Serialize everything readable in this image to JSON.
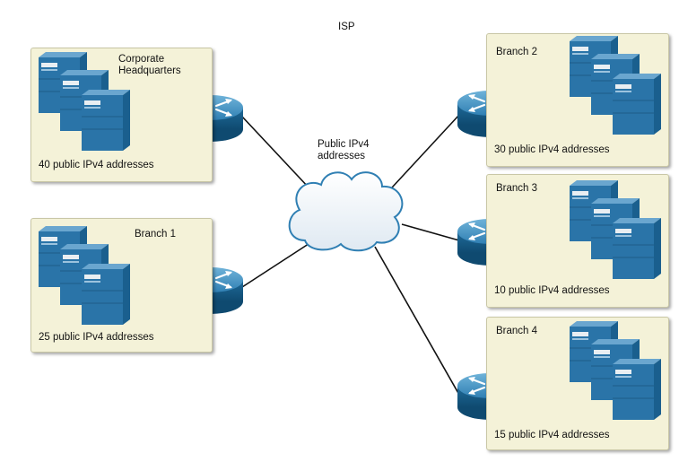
{
  "isp_label": "ISP",
  "cloud_label": "Public IPv4\naddresses",
  "sites": [
    {
      "id": "hq",
      "name": "Corporate\nHeadquarters",
      "addresses": "40 public IPv4 addresses"
    },
    {
      "id": "branch1",
      "name": "Branch 1",
      "addresses": "25 public IPv4 addresses"
    },
    {
      "id": "branch2",
      "name": "Branch 2",
      "addresses": "30 public IPv4 addresses"
    },
    {
      "id": "branch3",
      "name": "Branch 3",
      "addresses": "10 public IPv4 addresses"
    },
    {
      "id": "branch4",
      "name": "Branch 4",
      "addresses": "15 public IPv4 addresses"
    }
  ],
  "colors": {
    "site_fill": "#f4f2d8",
    "device_blue": "#2a6fa0",
    "line": "#111111"
  }
}
